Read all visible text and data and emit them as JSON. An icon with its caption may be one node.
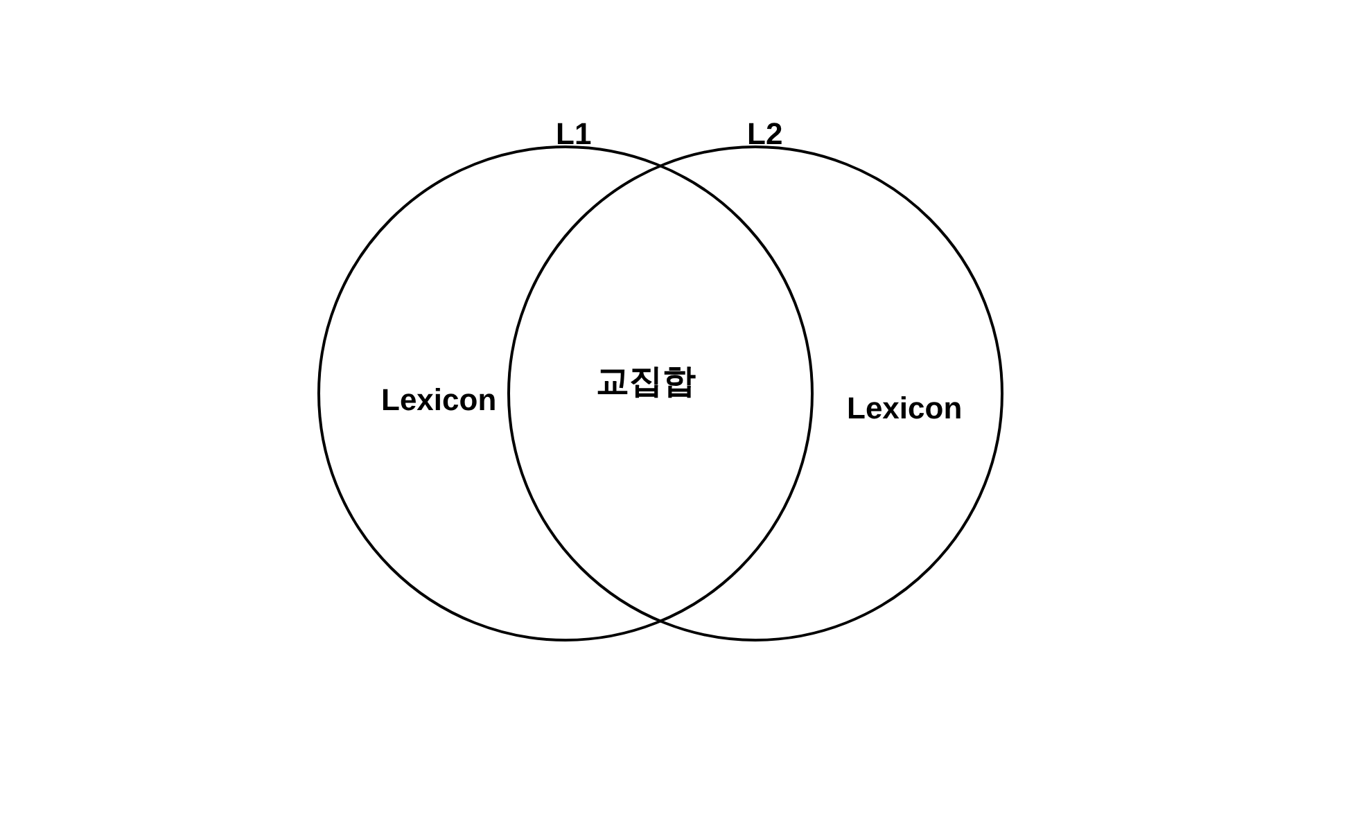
{
  "diagram": {
    "nodes": [
      {
        "text": [
          "L1",
          "Lexicon"
        ]
      },
      {
        "text": [
          "L2",
          "Lexicon"
        ]
      }
    ],
    "labels": [
      "교집합"
    ]
  }
}
